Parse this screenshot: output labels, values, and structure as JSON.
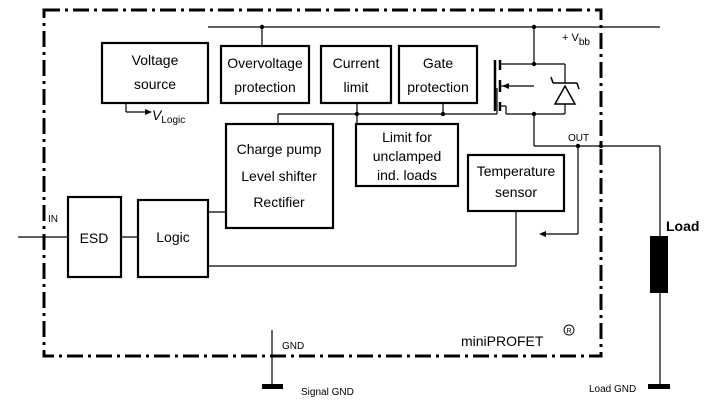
{
  "blocks": {
    "voltage_source": [
      "Voltage",
      "source"
    ],
    "overvoltage": [
      "Overvoltage",
      "protection"
    ],
    "current_limit": [
      "Current",
      "limit"
    ],
    "gate_protection": [
      "Gate",
      "protection"
    ],
    "unclamped": [
      "Limit for",
      "unclamped",
      "ind. loads"
    ],
    "charge_pump": [
      "Charge pump",
      "Level shifter",
      "Rectifier"
    ],
    "temperature": [
      "Temperature",
      "sensor"
    ],
    "esd": "ESD",
    "logic": "Logic"
  },
  "labels": {
    "vbb_prefix": "+ V",
    "vbb_sub": "bb",
    "vlogic_main": "V",
    "vlogic_sub": "Logic",
    "out": "OUT",
    "in": "IN",
    "gnd": "GND",
    "signal_gnd": "Signal GND",
    "load_gnd": "Load GND",
    "load": "Load",
    "brand": "miniPROFET",
    "registered": "R"
  }
}
